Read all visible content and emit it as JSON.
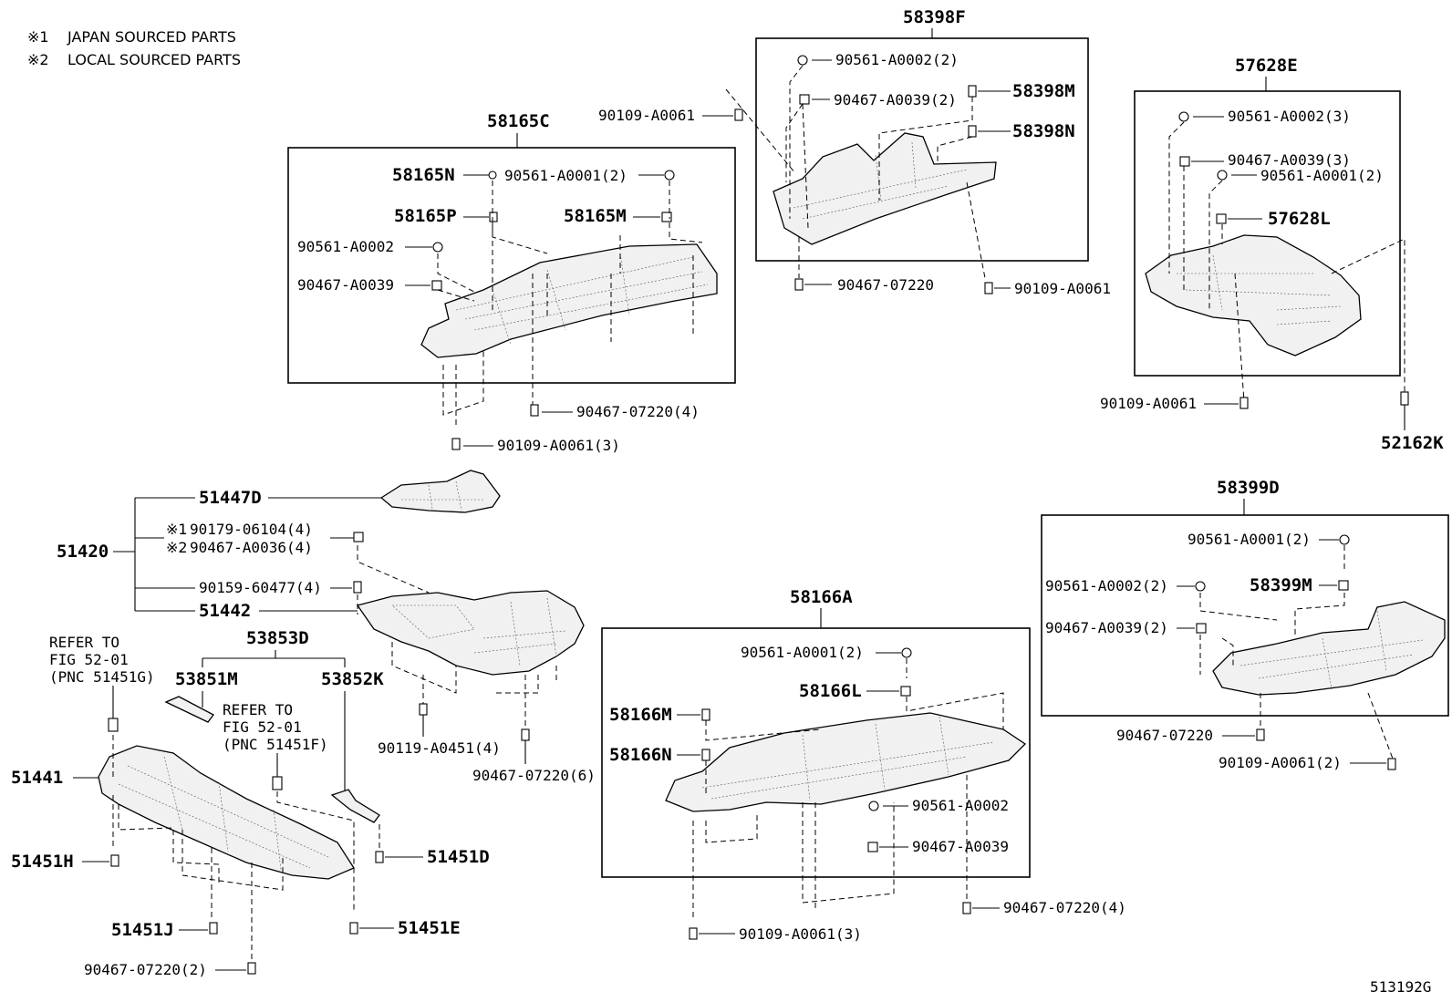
{
  "notes": {
    "n1_mark": "※1",
    "n1_text": "JAPAN SOURCED PARTS",
    "n2_mark": "※2",
    "n2_text": "LOCAL SOURCED PARTS"
  },
  "figure_id": "513192G",
  "groups": {
    "g58165C": {
      "title": "58165C",
      "labels": [
        "58165N",
        "90561-A0001(2)",
        "58165P",
        "58165M",
        "90561-A0002",
        "90467-A0039",
        "90467-07220(4)",
        "90109-A0061(3)"
      ]
    },
    "g58398F": {
      "title": "58398F",
      "labels": [
        "90561-A0002(2)",
        "90467-A0039(2)",
        "58398M",
        "58398N",
        "90109-A0061",
        "90467-07220",
        "90109-A0061"
      ]
    },
    "g57628E": {
      "title": "57628E",
      "labels": [
        "90561-A0002(3)",
        "90467-A0039(3)",
        "90561-A0001(2)",
        "57628L",
        "90109-A0061",
        "52162K"
      ]
    },
    "g51420": {
      "title": "51420",
      "labels": [
        "51447D",
        "※1",
        "90179-06104(4)",
        "※2",
        "90467-A0036(4)",
        "90159-60477(4)",
        "51442",
        "90119-A0451(4)",
        "90467-07220(6)"
      ]
    },
    "g58399D": {
      "title": "58399D",
      "labels": [
        "90561-A0001(2)",
        "90561-A0002(2)",
        "58399M",
        "90467-A0039(2)",
        "90467-07220",
        "90109-A0061(2)"
      ]
    },
    "g58166A": {
      "title": "58166A",
      "labels": [
        "90561-A0001(2)",
        "58166L",
        "58166M",
        "58166N",
        "90561-A0002",
        "90467-A0039",
        "90109-A0061(3)",
        "90467-07220(4)"
      ]
    },
    "g51441": {
      "title": "51441",
      "labels": [
        "REFER TO",
        "FIG 52-01",
        "(PNC 51451G)",
        "53853D",
        "53851M",
        "53852K",
        "REFER TO",
        "FIG 52-01",
        "(PNC 51451F)",
        "51451H",
        "51451D",
        "51451J",
        "51451E",
        "90467-07220(2)"
      ]
    }
  }
}
